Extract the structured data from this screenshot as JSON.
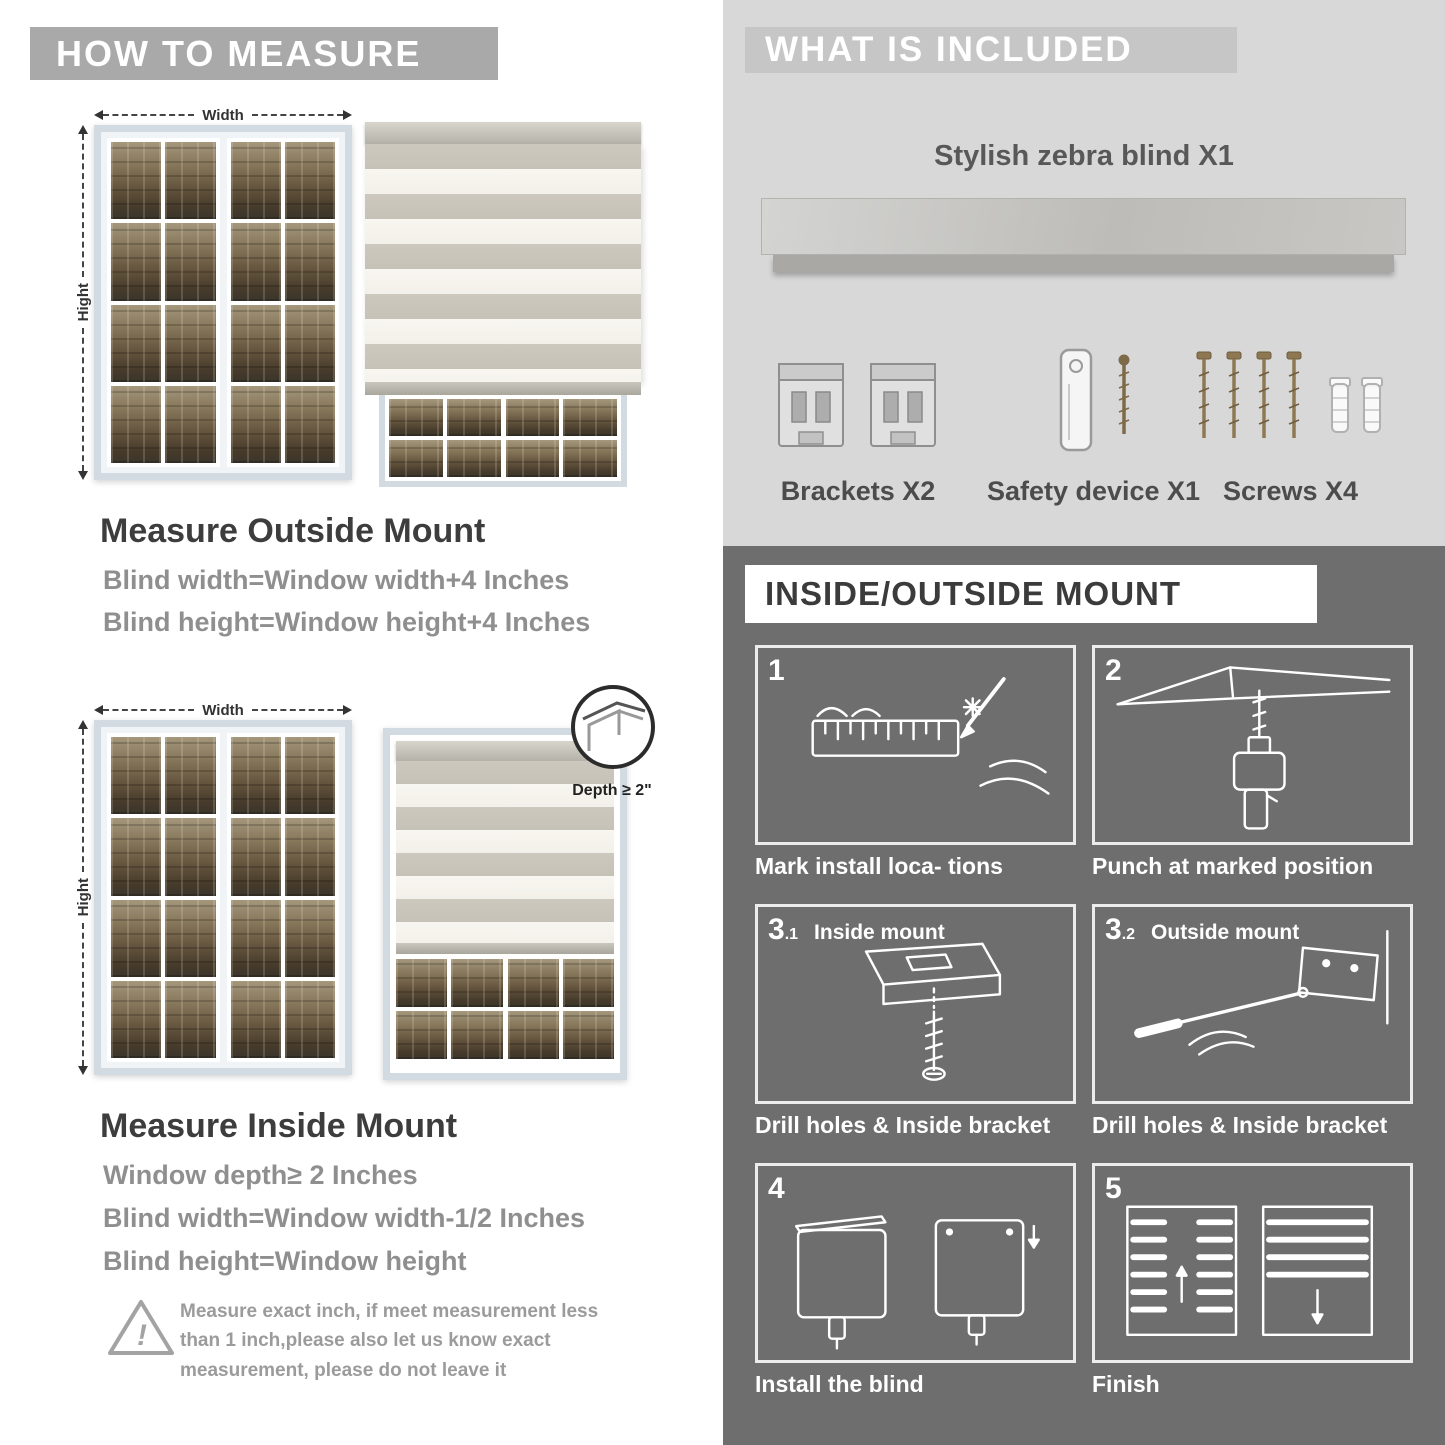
{
  "left": {
    "header": "HOW TO MEASURE",
    "labels": {
      "width": "Width",
      "height": "Hight"
    },
    "outside": {
      "heading": "Measure Outside Mount",
      "line1": "Blind width=Window width+4 Inches",
      "line2": "Blind height=Window height+4 Inches"
    },
    "inside": {
      "depth_callout": "Depth ≥ 2\"",
      "heading": "Measure Inside Mount",
      "line1": "Window depth≥ 2 Inches",
      "line2": "Blind width=Window width-1/2 Inches",
      "line3": "Blind height=Window height"
    },
    "warning": {
      "exclamation": "!",
      "text": "Measure exact inch, if meet measurement less than 1 inch,please also let us know exact measurement, please do not leave it"
    }
  },
  "right": {
    "included": {
      "header": "WHAT IS INCLUDED",
      "blind_title": "Stylish zebra blind X1",
      "items": [
        {
          "label": "Brackets X2"
        },
        {
          "label": "Safety device X1"
        },
        {
          "label": "Screws X4"
        }
      ]
    },
    "mount": {
      "header": "INSIDE/OUTSIDE MOUNT",
      "steps": [
        {
          "num": "1",
          "sub": "",
          "title": "",
          "caption": "Mark install loca- tions"
        },
        {
          "num": "2",
          "sub": "",
          "title": "",
          "caption": "Punch at  marked position"
        },
        {
          "num": "3",
          "sub": ".1",
          "title": "Inside mount",
          "caption": "Drill holes &  Inside bracket"
        },
        {
          "num": "3",
          "sub": ".2",
          "title": "Outside mount",
          "caption": "Drill holes &  Inside bracket"
        },
        {
          "num": "4",
          "sub": "",
          "title": "",
          "caption": "Install the blind"
        },
        {
          "num": "5",
          "sub": "",
          "title": "",
          "caption": "Finish"
        }
      ]
    }
  },
  "colors": {
    "header_gray": "#a9a9a9",
    "panel_dark": "#6e6e6e",
    "included_bg": "#d8d8d8",
    "text_gray": "#8f8f8f"
  }
}
